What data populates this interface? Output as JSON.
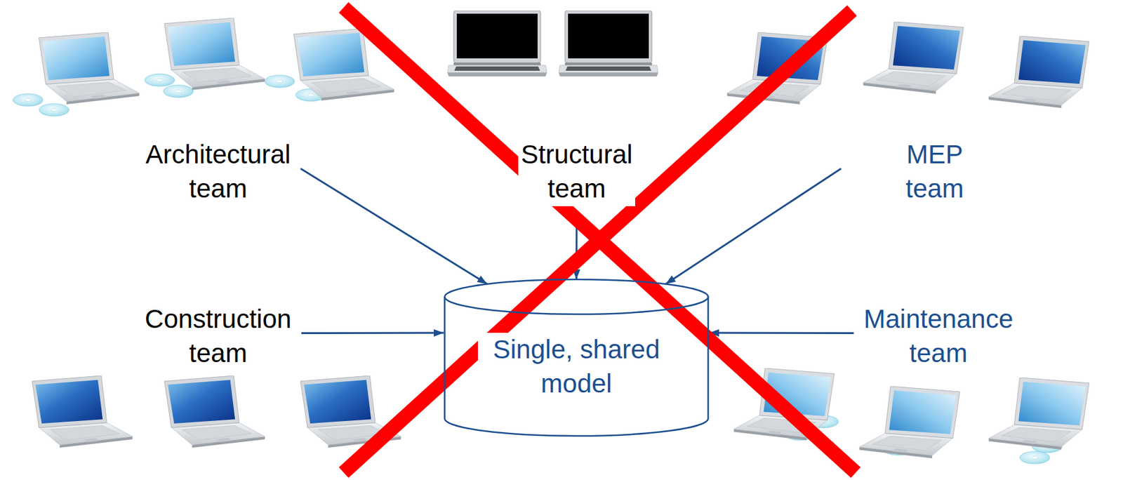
{
  "diagram": {
    "nodes": [
      {
        "text": [
          "Architectural team"
        ]
      },
      {
        "text": [
          "Structural team"
        ]
      },
      {
        "text": [
          "MEP team"
        ]
      },
      {
        "text": [
          "Construction team"
        ]
      },
      {
        "text": [
          "Single, shared model"
        ]
      },
      {
        "text": [
          "Maintenance team"
        ]
      }
    ],
    "edges": [
      {
        "from": 0,
        "to": 4,
        "arrow": "to"
      },
      {
        "from": 1,
        "to": 4,
        "arrow": "to"
      },
      {
        "from": 2,
        "to": 4,
        "arrow": "to"
      },
      {
        "from": 3,
        "to": 4,
        "arrow": "to"
      },
      {
        "from": 5,
        "to": 4,
        "arrow": "to"
      }
    ]
  }
}
